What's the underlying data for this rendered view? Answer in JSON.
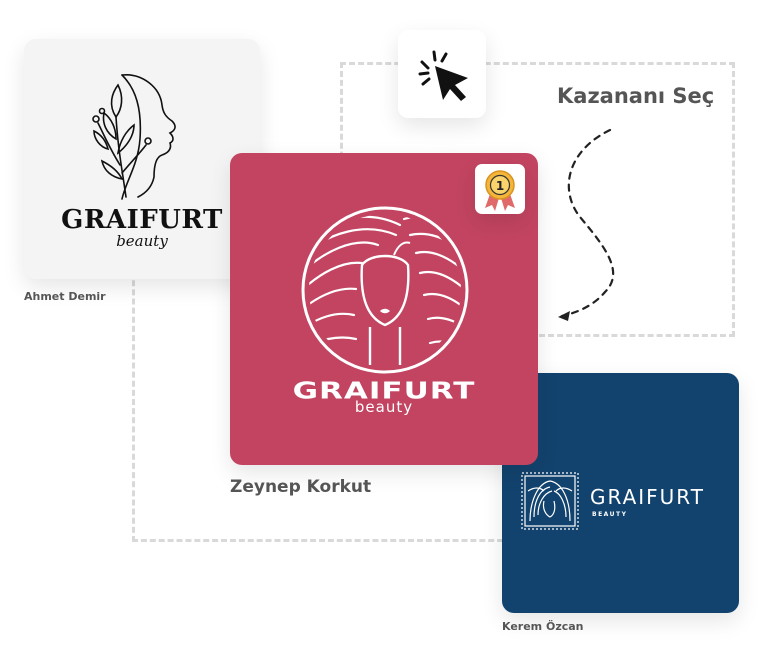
{
  "header": {
    "select_winner_label": "Kazananı Seç"
  },
  "entries": [
    {
      "name": "Ahmet Demir",
      "logo_title": "GRAIFURT",
      "logo_subtitle": "beauty"
    },
    {
      "name": "Zeynep Korkut",
      "logo_title": "GRAIFURT",
      "logo_subtitle": "beauty",
      "badge": "1",
      "winner": true
    },
    {
      "name": "Kerem Özcan",
      "logo_title": "GRAIFURT",
      "logo_subtitle": "BEAUTY"
    }
  ],
  "icons": {
    "cursor": "cursor-click-icon",
    "badge": "award-ribbon-icon",
    "arrow": "dashed-arrow-icon"
  },
  "colors": {
    "winner_card": "#c24460",
    "third_card": "#12436e",
    "first_card": "#f4f4f4",
    "badge_gold": "#f3b63a",
    "badge_ribbon": "#e06a6a",
    "dash": "#d9d9d9"
  }
}
